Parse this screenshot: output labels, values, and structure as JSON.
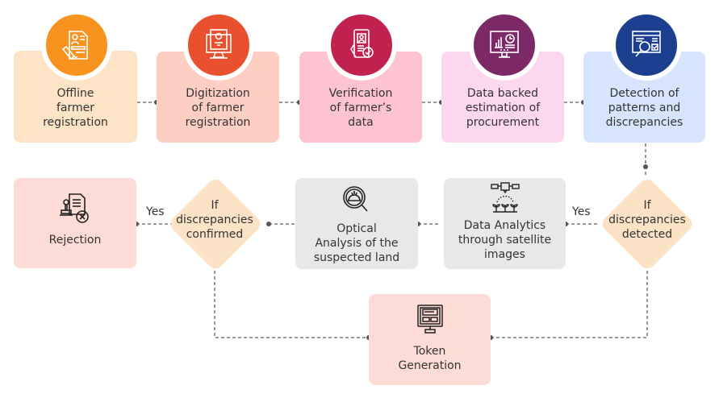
{
  "steps": {
    "offline": {
      "label": "Offline\nfarmer\nregistration",
      "icon": "document-signature-icon",
      "color": "#f7931e",
      "bg": "#fde4c6"
    },
    "digitization": {
      "label": "Digitization\nof farmer\nregistration",
      "icon": "monitor-profile-icon",
      "color": "#e8502e",
      "bg": "#fdcfc2"
    },
    "verification": {
      "label": "Verification\nof farmer’s\ndata",
      "icon": "phone-id-check-icon",
      "color": "#c2204e",
      "bg": "#fdc3d1"
    },
    "estimation": {
      "label": "Data backed\nestimation of\nprocurement",
      "icon": "monitor-chart-clock-icon",
      "color": "#7b2a67",
      "bg": "#fdd6f0"
    },
    "detection": {
      "label": "Detection of\npatterns and\ndiscrepancies",
      "icon": "browser-magnifier-icon",
      "color": "#1d3f8f",
      "bg": "#d7e4fd"
    },
    "satellite": {
      "label": "Data Analytics\nthrough satellite\nimages",
      "icon": "satellite-crops-icon",
      "bg": "#e8e8e8"
    },
    "optical": {
      "label": "Optical\nAnalysis of the\nsuspected land",
      "icon": "magnifier-land-icon",
      "bg": "#e8e8e8"
    },
    "rejection": {
      "label": "Rejection",
      "icon": "document-stamp-reject-icon",
      "bg": "#fddcd5"
    },
    "token": {
      "label": "Token\nGeneration",
      "icon": "monitor-token-icon",
      "bg": "#fddcd5"
    }
  },
  "decisions": {
    "detected": {
      "label": "If\ndiscrepancies\ndetected",
      "bg": "#fde3c6"
    },
    "confirmed": {
      "label": "If\ndiscrepancies\nconfirmed",
      "bg": "#fde3c6"
    }
  },
  "edge_labels": {
    "yes_detected": "Yes",
    "yes_confirmed": "Yes"
  },
  "connector_color": "#999999",
  "dot_color": "#555555"
}
